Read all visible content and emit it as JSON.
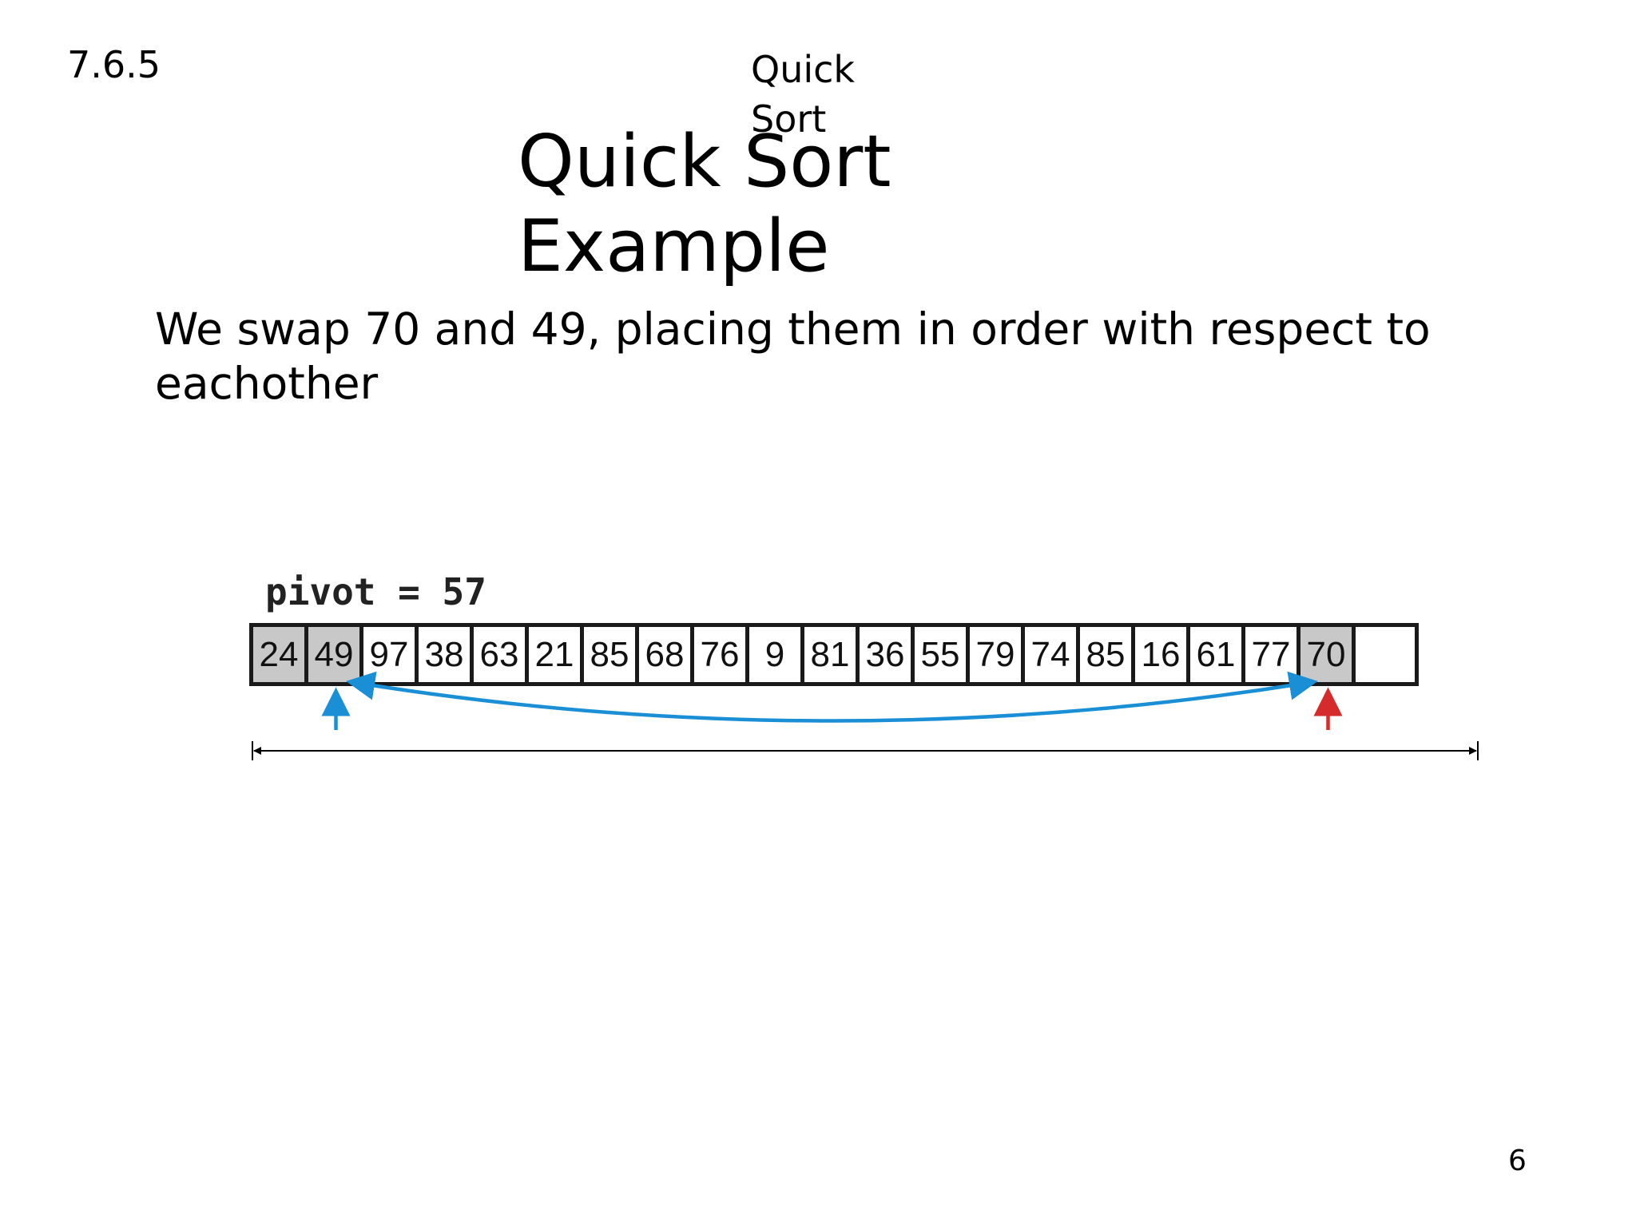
{
  "slide": {
    "section_number": "7.6.5",
    "header_title": "Quick Sort",
    "title": "Quick Sort Example",
    "body": "We swap 70 and 49, placing them in order with respect to eachother",
    "page_number": "6"
  },
  "figure": {
    "pivot_label": "pivot = 57",
    "cells": [
      {
        "value": "24",
        "highlight": true
      },
      {
        "value": "49",
        "highlight": true
      },
      {
        "value": "97",
        "highlight": false
      },
      {
        "value": "38",
        "highlight": false
      },
      {
        "value": "63",
        "highlight": false
      },
      {
        "value": "21",
        "highlight": false
      },
      {
        "value": "85",
        "highlight": false
      },
      {
        "value": "68",
        "highlight": false
      },
      {
        "value": "76",
        "highlight": false
      },
      {
        "value": "9",
        "highlight": false
      },
      {
        "value": "81",
        "highlight": false
      },
      {
        "value": "36",
        "highlight": false
      },
      {
        "value": "55",
        "highlight": false
      },
      {
        "value": "79",
        "highlight": false
      },
      {
        "value": "74",
        "highlight": false
      },
      {
        "value": "85",
        "highlight": false
      },
      {
        "value": "16",
        "highlight": false
      },
      {
        "value": "61",
        "highlight": false
      },
      {
        "value": "77",
        "highlight": false
      },
      {
        "value": "70",
        "highlight": true
      },
      {
        "value": "",
        "highlight": false
      }
    ],
    "colors": {
      "cell_highlight": "#c8c8c8",
      "left_pointer": "#1a8fd6",
      "right_pointer": "#d62b2b",
      "swap_arc": "#1a8fd6",
      "range_line": "#000000"
    }
  }
}
